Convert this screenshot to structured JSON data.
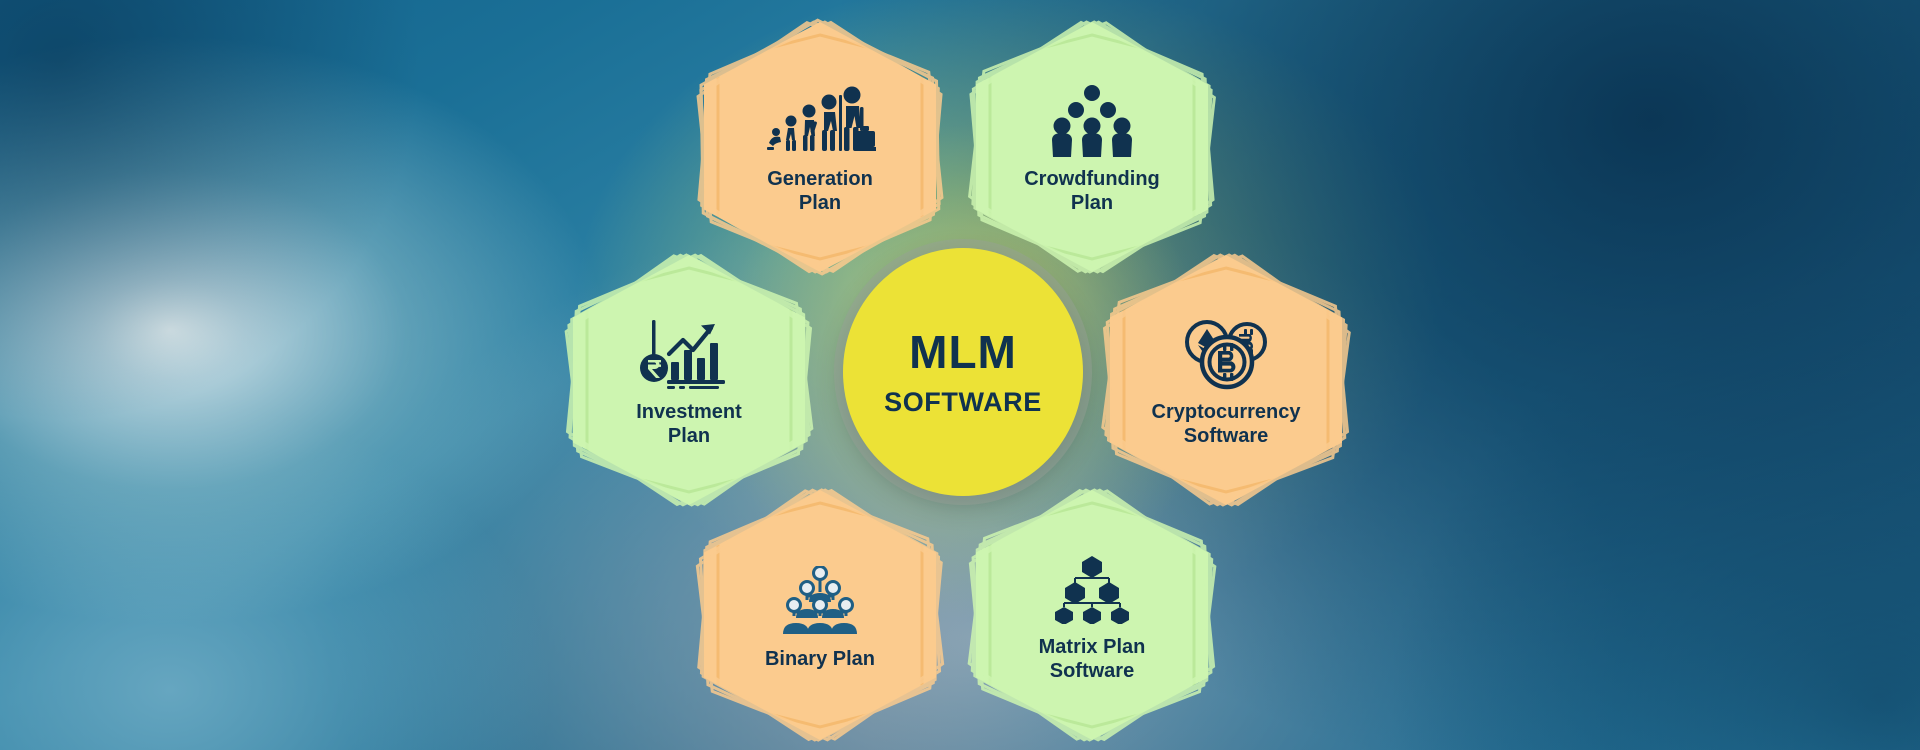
{
  "graphic": {
    "title": "MLM Software ecosystem hexagon diagram",
    "background": {
      "deep_blue": "#0d3a5b",
      "mid_blue": "#2d82a5",
      "slate": "#93a6b4",
      "highlight": "#e2eef0"
    },
    "palette": {
      "orange_fill": "#fbcb8e",
      "green_fill": "#cdf5b0",
      "yellow_hub": "#ece236",
      "navy_ink": "#10324f",
      "binary_icon_blue": "#1f5f85"
    }
  },
  "hub": {
    "main_label": "MLM",
    "sub_label": "SOFTWARE",
    "icon": "hub-circle"
  },
  "nodes": [
    {
      "id": "generation-plan",
      "label_line1": "Generation",
      "label_line2": "Plan",
      "color": "orange",
      "icon": "evolution-of-man-icon",
      "position": "top-left"
    },
    {
      "id": "crowdfunding-plan",
      "label_line1": "Crowdfunding",
      "label_line2": "Plan",
      "color": "green",
      "icon": "people-group-pyramid-icon",
      "position": "top-right"
    },
    {
      "id": "investment-plan",
      "label_line1": "Investment",
      "label_line2": "Plan",
      "color": "green",
      "icon": "rupee-growth-chart-icon",
      "position": "middle-left"
    },
    {
      "id": "cryptocurrency-software",
      "label_line1": "Cryptocurrency",
      "label_line2": "Software",
      "color": "orange",
      "icon": "crypto-coins-icon",
      "position": "middle-right"
    },
    {
      "id": "binary-plan",
      "label_line1": "Binary Plan",
      "label_line2": "",
      "color": "orange",
      "icon": "binary-tree-people-icon",
      "position": "bottom-left"
    },
    {
      "id": "matrix-plan-software",
      "label_line1": "Matrix Plan",
      "label_line2": "Software",
      "color": "green",
      "icon": "hexagon-network-tree-icon",
      "position": "bottom-right"
    }
  ]
}
